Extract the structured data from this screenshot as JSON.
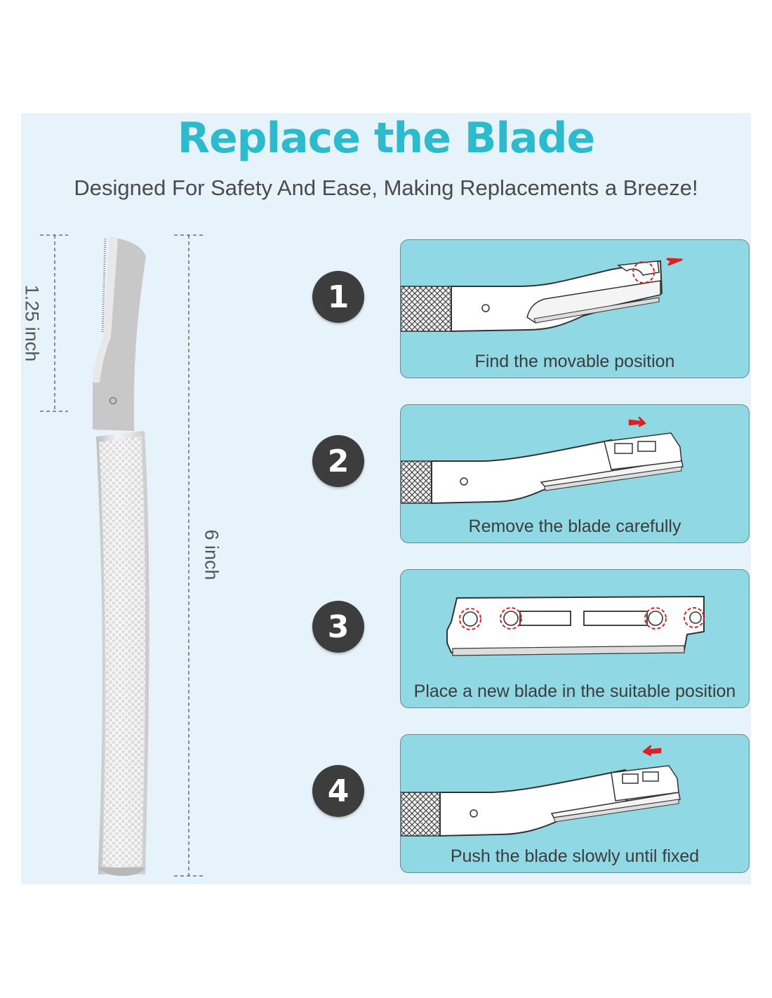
{
  "header": {
    "title": "Replace the Blade",
    "subtitle": "Designed For Safety And Ease, Making Replacements a Breeze!"
  },
  "dimensions": {
    "blade_length": "1.25 inch",
    "total_length": "6 inch"
  },
  "steps": [
    {
      "number": "1",
      "caption": "Find the movable position"
    },
    {
      "number": "2",
      "caption": "Remove the blade carefully"
    },
    {
      "number": "3",
      "caption": "Place a new blade in the suitable position"
    },
    {
      "number": "4",
      "caption": "Push the blade slowly until fixed"
    }
  ],
  "colors": {
    "title": "#2cbbcd",
    "panel_background": "#e6f3fa",
    "card_background": "#8fd8e4",
    "badge": "#3d3d3d",
    "marker": "#e02020"
  }
}
